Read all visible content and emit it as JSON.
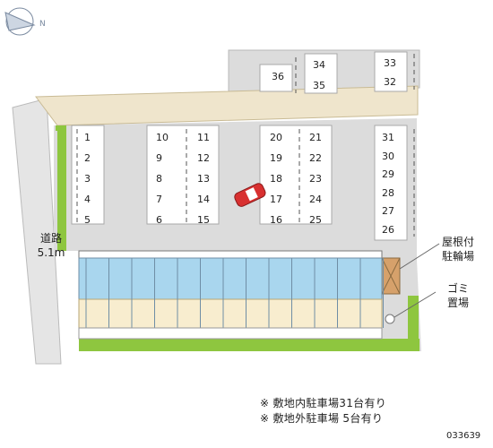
{
  "compass": {
    "label": "N"
  },
  "road": {
    "name": "道路",
    "width": "5.1m"
  },
  "legend": {
    "bike_shed": [
      "屋根付",
      "駐輪場"
    ],
    "trash": [
      "ゴミ",
      "置場"
    ]
  },
  "notes": {
    "inside": "※ 敷地内駐車場31台有り",
    "outside": "※ 敷地外駐車場 5台有り"
  },
  "code": "033639",
  "parking": {
    "outside_site": [
      "36",
      "34",
      "35",
      "33",
      "32"
    ],
    "col_a": [
      "1",
      "2",
      "3",
      "4",
      "5"
    ],
    "col_b_left": [
      "10",
      "9",
      "8",
      "7",
      "6"
    ],
    "col_b_right": [
      "11",
      "12",
      "13",
      "14",
      "15"
    ],
    "col_c_left": [
      "20",
      "19",
      "18",
      "17",
      "16"
    ],
    "col_c_right": [
      "21",
      "22",
      "23",
      "24",
      "25"
    ],
    "col_d": [
      "31",
      "30",
      "29",
      "28",
      "27",
      "26"
    ]
  },
  "colors": {
    "road": "#efe5cc",
    "building": "#a9d6ee",
    "rooms": "#f8edcf",
    "green": "#8ec63f",
    "asphalt": "#dcdcdc",
    "car": "#d83030"
  }
}
